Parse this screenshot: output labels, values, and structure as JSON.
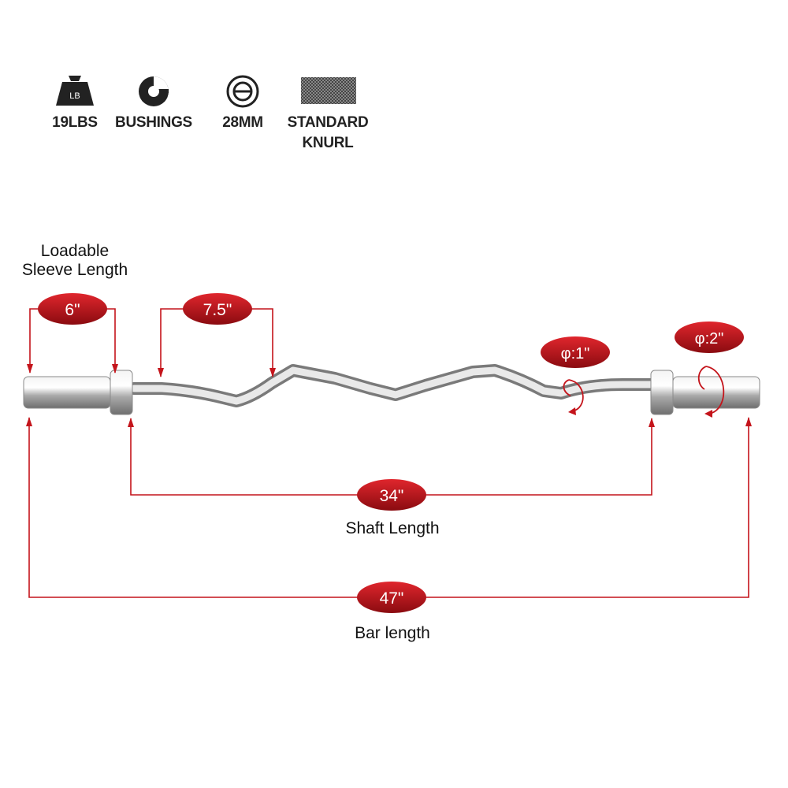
{
  "specs": [
    {
      "icon": "weight-icon",
      "icon_text": "LB",
      "label": "19LBS"
    },
    {
      "icon": "bushing-icon",
      "label": "BUSHINGS"
    },
    {
      "icon": "diameter-icon",
      "label": "28MM"
    },
    {
      "icon": "knurl-icon",
      "label_line1": "STANDARD",
      "label_line2": "KNURL"
    }
  ],
  "dimensions": {
    "sleeve_title_line1": "Loadable",
    "sleeve_title_line2": "Sleeve Length",
    "sleeve_length": "6\"",
    "grip_length": "7.5\"",
    "shaft_diameter": "φ:1\"",
    "sleeve_diameter": "φ:2\"",
    "shaft_length": "34\"",
    "shaft_title": "Shaft Length",
    "bar_length": "47\"",
    "bar_title": "Bar length"
  },
  "colors": {
    "accent": "#c4141b",
    "badge_dark": "#8a0b10",
    "chrome": "#c9c9c9",
    "text": "#111111"
  }
}
